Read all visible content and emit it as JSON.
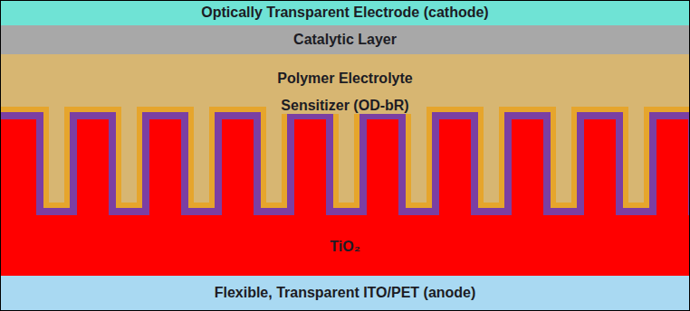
{
  "diagram": {
    "nodes": [
      {
        "text": [
          "Optically Transparent Electrode (cathode)"
        ]
      },
      {
        "text": [
          "Catalytic Layer"
        ]
      },
      {
        "text": [
          "Polymer Electrolyte"
        ]
      },
      {
        "text": [
          "Sensitizer (OD-bR)"
        ]
      },
      {
        "text": [
          "TiO₂"
        ]
      },
      {
        "text": [
          "Flexible, Transparent ITO/PET  (anode)"
        ]
      }
    ]
  }
}
